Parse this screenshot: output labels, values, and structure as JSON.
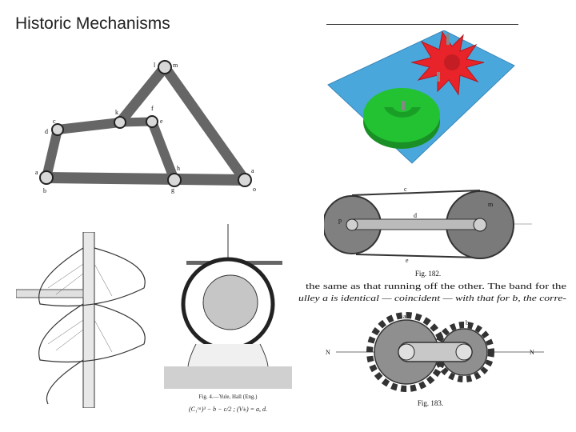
{
  "slide": {
    "title": "Historic Mechanisms"
  },
  "linkage": {
    "labels": {
      "l": "l",
      "m": "m",
      "c": "c",
      "d": "d",
      "k": "k",
      "f": "f",
      "e": "e",
      "h": "h",
      "a_left": "a",
      "b": "b",
      "a_right": "a",
      "o": "o",
      "g": "g"
    }
  },
  "pulley": {
    "labels": {
      "c": "c",
      "d": "d",
      "e": "e",
      "p": "p",
      "m": "m"
    },
    "caption": "Fig. 182."
  },
  "text_block": {
    "line1": "the same as that running off the other. The band for the",
    "line2": "ulley a is identical — coincident — with that for b, the corre-"
  },
  "gears": {
    "labels": {
      "a": "a",
      "b": "b",
      "n_left": "N",
      "n_right": "N"
    },
    "caption": "Fig. 183."
  },
  "eccentric": {
    "caption": "Fig. 4.—Yule, Hall (Eng.)",
    "formula": "(C₁ʳᵃ)³ − b − c/2 ; (V±) = a, d."
  },
  "colors": {
    "plate": "#4aa7dc",
    "red_gear": "#e8232a",
    "green_gear": "#22c232"
  }
}
